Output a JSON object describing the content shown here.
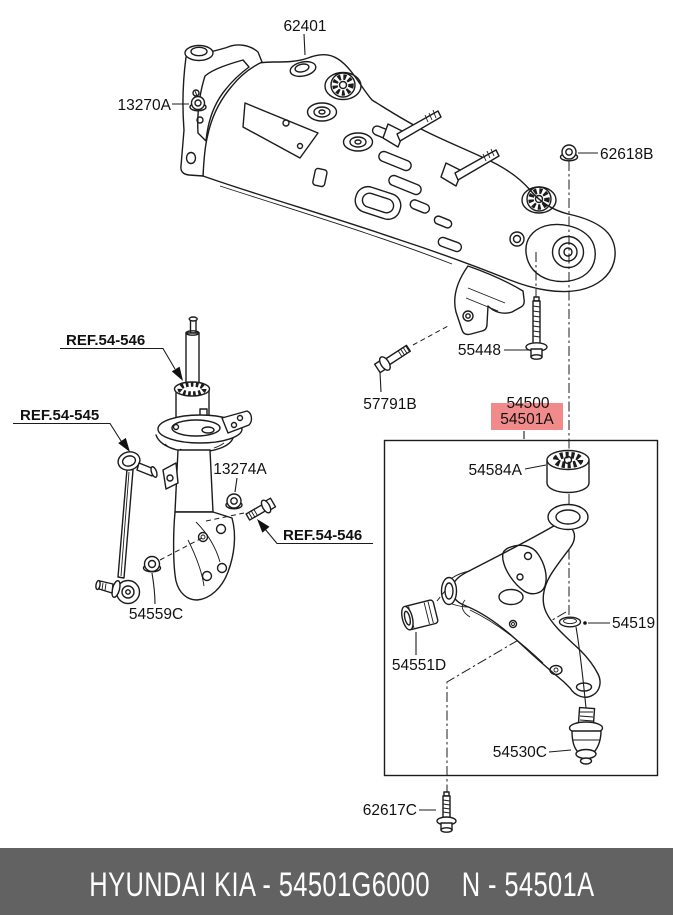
{
  "parts": {
    "p62401": "62401",
    "p13270a": "13270A",
    "p62618b": "62618B",
    "p55448": "55448",
    "p57791b": "57791B",
    "p54500": "54500",
    "p54501a": "54501A",
    "p54584a": "54584A",
    "p54551d": "54551D",
    "p54519": "54519",
    "p54530c": "54530C",
    "p62617c": "62617C",
    "p13274a": "13274A",
    "p54559c": "54559C"
  },
  "refs": {
    "strut_upper": "REF.54-546",
    "stab_link": "REF.54-545",
    "strut_lower": "REF.54-546"
  },
  "highlight": {
    "bg": "#f18a8a",
    "text": "#ce4242"
  },
  "footer": {
    "left": "HYUNDAI  KIA - 54501G6000",
    "right": "N - 54501A",
    "bg": "#626262",
    "text_color": "#ffffff"
  }
}
